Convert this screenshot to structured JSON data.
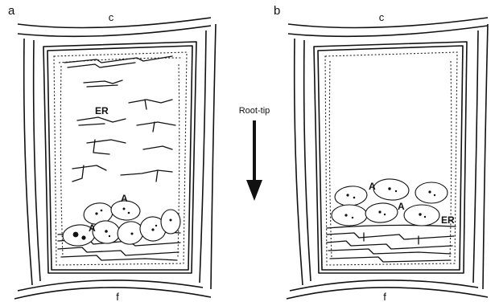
{
  "figure": {
    "panels": [
      {
        "id": "a",
        "letter": "a",
        "top_wall_label": "c",
        "bottom_wall_label": "f",
        "er_label": "ER",
        "amyloplast_labels": [
          "A",
          "A"
        ]
      },
      {
        "id": "b",
        "letter": "b",
        "top_wall_label": "c",
        "bottom_wall_label": "f",
        "er_label": "ER",
        "amyloplast_labels": [
          "A",
          "A"
        ]
      }
    ],
    "arrow": {
      "label": "Root-tip",
      "direction": "down"
    }
  }
}
